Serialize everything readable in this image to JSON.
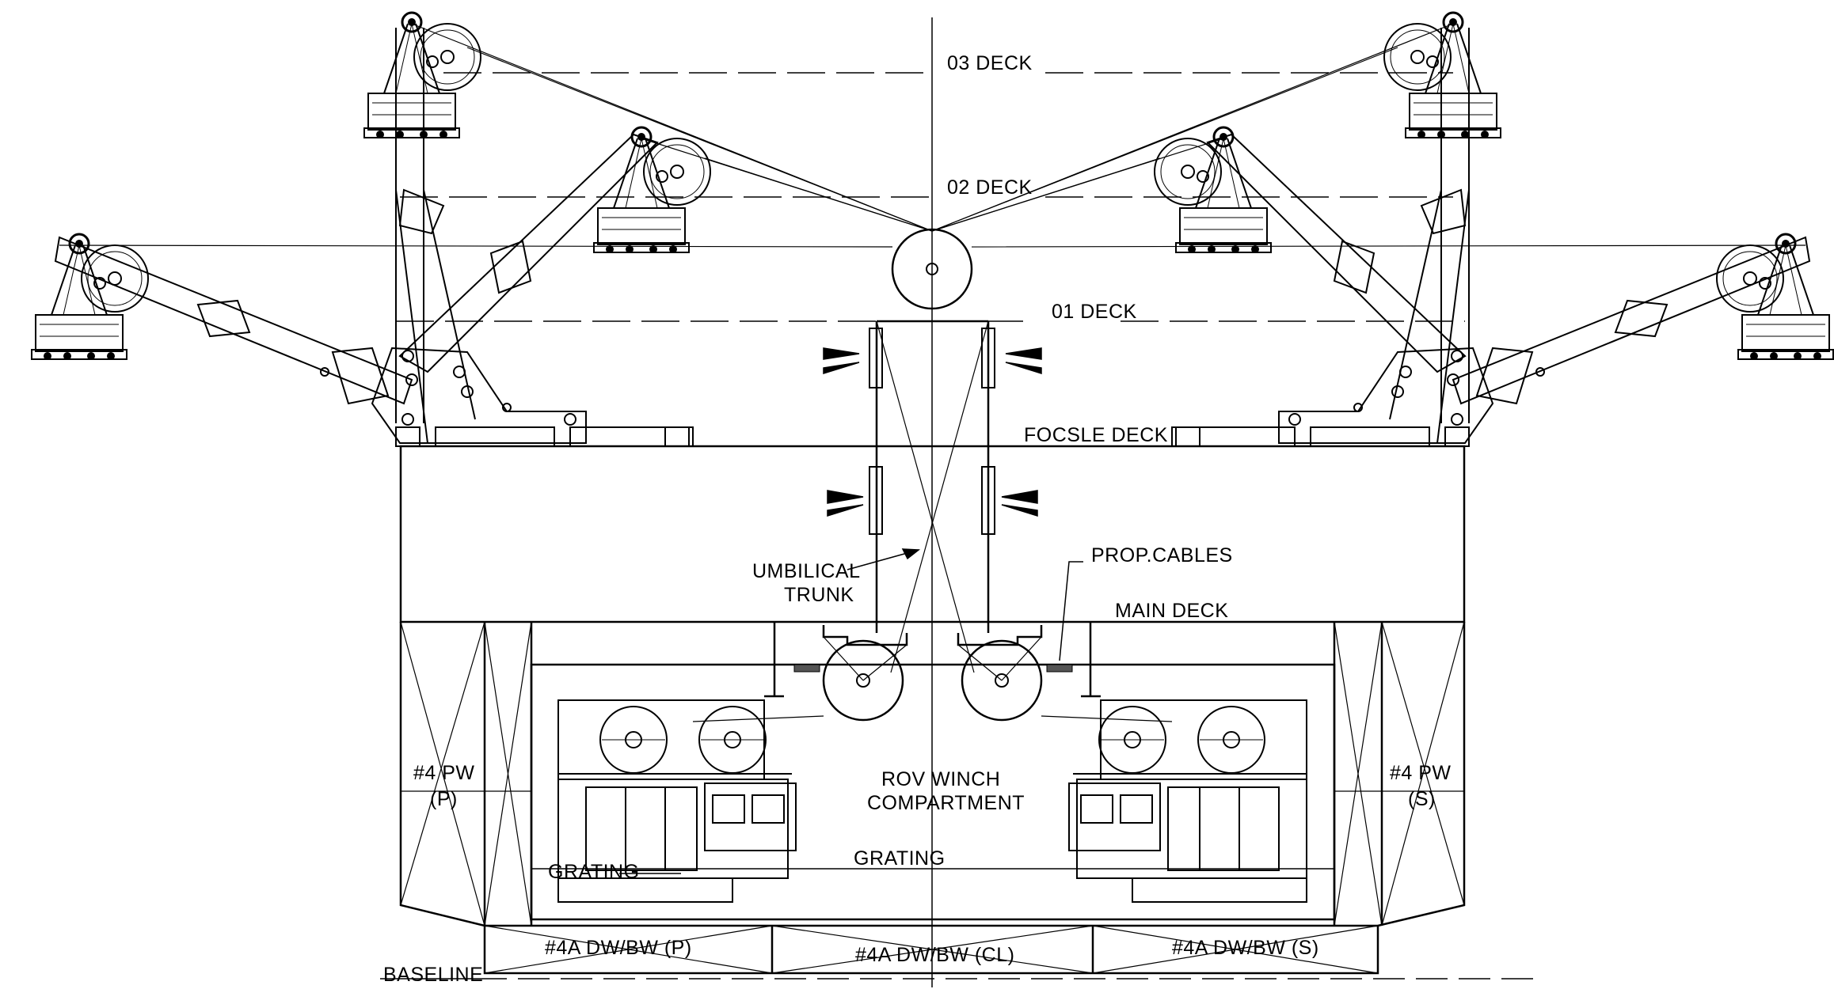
{
  "drawing": {
    "decks": {
      "d03": "03 DECK",
      "d02": "02 DECK",
      "d01": "01 DECK",
      "focsle": "FOCSLE DECK",
      "main": "MAIN DECK",
      "baseline": "BASELINE"
    },
    "callouts": {
      "umbilical_line1": "UMBILICAL",
      "umbilical_line2": "TRUNK",
      "prop_cables": "PROP.CABLES",
      "rov_line1": "ROV WINCH",
      "rov_line2": "COMPARTMENT",
      "grating_left": "GRATING",
      "grating_center": "GRATING"
    },
    "tanks": {
      "pw_port_line1": "#4 PW",
      "pw_port_line2": "(P)",
      "pw_stbd_line1": "#4 PW",
      "pw_stbd_line2": "(S)",
      "dwbw_port": "#4A DW/BW (P)",
      "dwbw_center": "#4A DW/BW (CL)",
      "dwbw_stbd": "#4A DW/BW (S)"
    }
  }
}
